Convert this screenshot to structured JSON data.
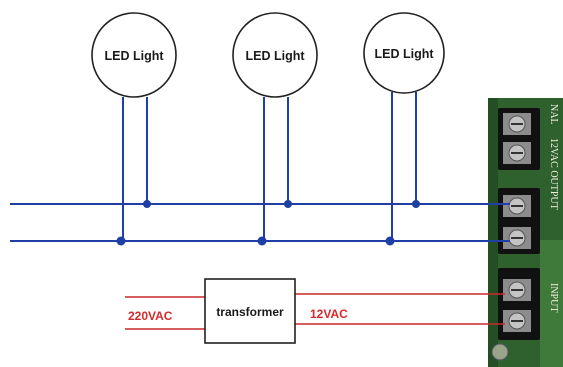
{
  "lights": [
    {
      "label": "LED Light"
    },
    {
      "label": "LED Light"
    },
    {
      "label": "LED Light"
    }
  ],
  "transformer": {
    "label": "transformer",
    "input_label": "220VAC",
    "output_label": "12VAC"
  },
  "board": {
    "top_label": "NAL",
    "output_label": "12VAC OUTPUT",
    "input_label": "INPUT"
  },
  "colors": {
    "bus_wire": "#1f3fa6",
    "ac_wire": "#c82828",
    "outline": "#222222",
    "pcb": "#2c5e2c"
  }
}
